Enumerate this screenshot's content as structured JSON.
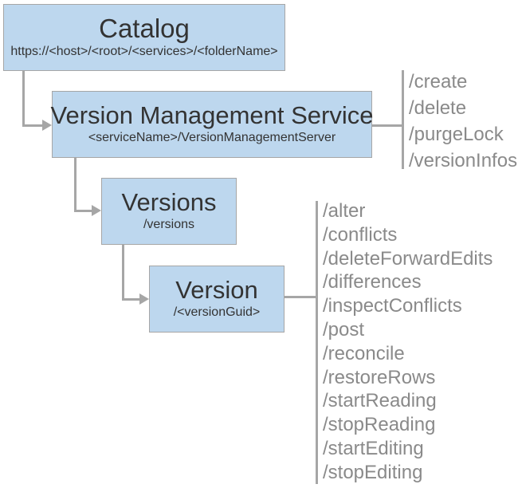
{
  "diagram": {
    "title_implicit": "Version Management Service REST API hierarchy",
    "nodes": {
      "catalog": {
        "title": "Catalog",
        "subtitle": "https://<host>/<root>/<services>/<folderName>"
      },
      "service": {
        "title": "Version Management Service",
        "subtitle": "<serviceName>/VersionManagementServer"
      },
      "versions": {
        "title": "Versions",
        "subtitle": "/versions"
      },
      "version": {
        "title": "Version",
        "subtitle": "/<versionGuid>"
      }
    },
    "endpoint_lists": {
      "service": [
        "/create",
        "/delete",
        "/purgeLock",
        "/versionInfos"
      ],
      "version": [
        "/alter",
        "/conflicts",
        "/deleteForwardEdits",
        "/differences",
        "/inspectConflicts",
        "/post",
        "/reconcile",
        "/restoreRows",
        "/startReading",
        "/stopReading",
        "/startEditing",
        "/stopEditing"
      ]
    },
    "colors": {
      "node_fill": "#bdd7ee",
      "node_border": "#a6a6a6",
      "connector": "#a6a6a6",
      "title_text": "#333333",
      "endpoint_text": "#8a8a8a",
      "background": "#ffffff"
    }
  }
}
